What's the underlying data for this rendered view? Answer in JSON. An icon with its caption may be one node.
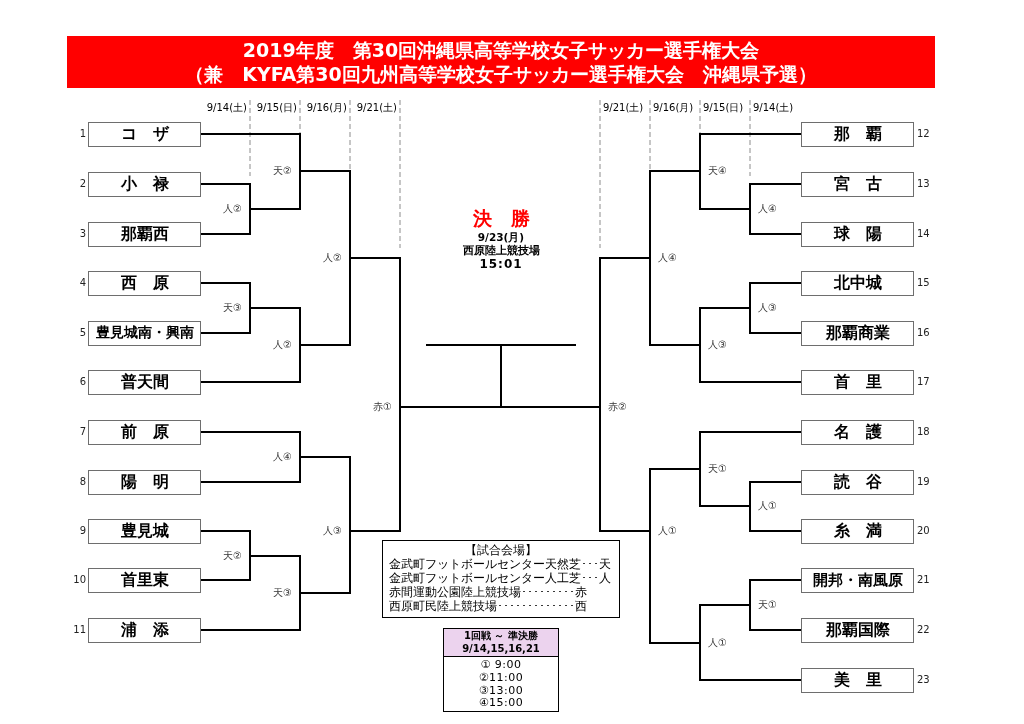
{
  "diagram": {
    "title": "2019年度　第30回沖縄県高等学校女子サッカー選手権大会",
    "nodes": [
      {
        "text": [
          "コ　ザ"
        ],
        "beside": [
          "1"
        ]
      },
      {
        "text": [
          "小　禄"
        ],
        "beside": [
          "2"
        ]
      },
      {
        "text": [
          "那覇西"
        ],
        "beside": [
          "3"
        ]
      },
      {
        "text": [
          "西　原"
        ],
        "beside": [
          "4"
        ]
      },
      {
        "text": [
          "豊見城南・興南"
        ],
        "beside": [
          "5"
        ]
      },
      {
        "text": [
          "普天間"
        ],
        "beside": [
          "6"
        ]
      },
      {
        "text": [
          "前　原"
        ],
        "beside": [
          "7"
        ]
      },
      {
        "text": [
          "陽　明"
        ],
        "beside": [
          "8"
        ]
      },
      {
        "text": [
          "豊見城"
        ],
        "beside": [
          "9"
        ]
      },
      {
        "text": [
          "首里東"
        ],
        "beside": [
          "10"
        ]
      },
      {
        "text": [
          "浦　添"
        ],
        "beside": [
          "11"
        ]
      },
      {
        "text": [
          "那　覇"
        ],
        "beside": [
          "12"
        ]
      },
      {
        "text": [
          "宮　古"
        ],
        "beside": [
          "13"
        ]
      },
      {
        "text": [
          "球　陽"
        ],
        "beside": [
          "14"
        ]
      },
      {
        "text": [
          "北中城"
        ],
        "beside": [
          "15"
        ]
      },
      {
        "text": [
          "那覇商業"
        ],
        "beside": [
          "16"
        ]
      },
      {
        "text": [
          "首　里"
        ],
        "beside": [
          "17"
        ]
      },
      {
        "text": [
          "名　護"
        ],
        "beside": [
          "18"
        ]
      },
      {
        "text": [
          "読　谷"
        ],
        "beside": [
          "19"
        ]
      },
      {
        "text": [
          "糸　満"
        ],
        "beside": [
          "20"
        ]
      },
      {
        "text": [
          "開邦・南風原"
        ],
        "beside": [
          "21"
        ]
      },
      {
        "text": [
          "那覇国際"
        ],
        "beside": [
          "22"
        ]
      },
      {
        "text": [
          "美　里"
        ],
        "beside": [
          "23"
        ]
      },
      {
        "text": [
          "人②"
        ]
      },
      {
        "text": [
          "天②"
        ]
      },
      {
        "text": [
          "天③"
        ]
      },
      {
        "text": [
          "人②"
        ]
      },
      {
        "text": [
          "人②"
        ]
      },
      {
        "text": [
          "人④"
        ]
      },
      {
        "text": [
          "天②"
        ]
      },
      {
        "text": [
          "天③"
        ]
      },
      {
        "text": [
          "人③"
        ]
      },
      {
        "text": [
          "赤①"
        ]
      },
      {
        "text": [
          "人④"
        ]
      },
      {
        "text": [
          "天④"
        ]
      },
      {
        "text": [
          "人③"
        ]
      },
      {
        "text": [
          "人③"
        ]
      },
      {
        "text": [
          "人④"
        ]
      },
      {
        "text": [
          "人①"
        ]
      },
      {
        "text": [
          "天①"
        ]
      },
      {
        "text": [
          "天①"
        ]
      },
      {
        "text": [
          "人①"
        ]
      },
      {
        "text": [
          "人①"
        ]
      },
      {
        "text": [
          "赤②"
        ]
      },
      {
        "text": [
          "決　勝",
          "9/23(月)",
          "西原陸上競技場",
          "15:01"
        ]
      },
      {
        "text": [
          "【試合会場】",
          "金武町フットボールセンター天然芝･･･天",
          "金武町フットボールセンター人工芝･･･人",
          "赤間運動公園陸上競技場･････････赤",
          "西原町民陸上競技場･････････････西"
        ]
      },
      {
        "text": [
          "① 9:00",
          "②11:00",
          "③13:00",
          "④15:00"
        ]
      },
      {
        "text": [
          "1回戦 ～ 準決勝",
          "9/14,15,16,21"
        ],
        "in": 46
      }
    ],
    "edges": [
      {
        "from": 1,
        "to": 23,
        "arrow": "none"
      },
      {
        "from": 2,
        "to": 23,
        "arrow": "none"
      },
      {
        "from": 0,
        "to": 24,
        "arrow": "none"
      },
      {
        "from": 23,
        "to": 24,
        "arrow": "none"
      },
      {
        "from": 3,
        "to": 25,
        "arrow": "none"
      },
      {
        "from": 4,
        "to": 25,
        "arrow": "none"
      },
      {
        "from": 25,
        "to": 26,
        "arrow": "none"
      },
      {
        "from": 5,
        "to": 26,
        "arrow": "none"
      },
      {
        "from": 24,
        "to": 27,
        "arrow": "none"
      },
      {
        "from": 26,
        "to": 27,
        "arrow": "none"
      },
      {
        "from": 6,
        "to": 28,
        "arrow": "none"
      },
      {
        "from": 7,
        "to": 28,
        "arrow": "none"
      },
      {
        "from": 8,
        "to": 29,
        "arrow": "none"
      },
      {
        "from": 9,
        "to": 29,
        "arrow": "none"
      },
      {
        "from": 29,
        "to": 30,
        "arrow": "none"
      },
      {
        "from": 10,
        "to": 30,
        "arrow": "none"
      },
      {
        "from": 28,
        "to": 31,
        "arrow": "none"
      },
      {
        "from": 30,
        "to": 31,
        "arrow": "none"
      },
      {
        "from": 27,
        "to": 32,
        "arrow": "none"
      },
      {
        "from": 31,
        "to": 32,
        "arrow": "none"
      },
      {
        "from": 12,
        "to": 33,
        "arrow": "none"
      },
      {
        "from": 13,
        "to": 33,
        "arrow": "none"
      },
      {
        "from": 11,
        "to": 34,
        "arrow": "none"
      },
      {
        "from": 33,
        "to": 34,
        "arrow": "none"
      },
      {
        "from": 14,
        "to": 35,
        "arrow": "none"
      },
      {
        "from": 15,
        "to": 35,
        "arrow": "none"
      },
      {
        "from": 35,
        "to": 36,
        "arrow": "none"
      },
      {
        "from": 16,
        "to": 36,
        "arrow": "none"
      },
      {
        "from": 34,
        "to": 37,
        "arrow": "none"
      },
      {
        "from": 36,
        "to": 37,
        "arrow": "none"
      },
      {
        "from": 18,
        "to": 38,
        "arrow": "none"
      },
      {
        "from": 19,
        "to": 38,
        "arrow": "none"
      },
      {
        "from": 17,
        "to": 39,
        "arrow": "none"
      },
      {
        "from": 38,
        "to": 39,
        "arrow": "none"
      },
      {
        "from": 20,
        "to": 40,
        "arrow": "none"
      },
      {
        "from": 21,
        "to": 40,
        "arrow": "none"
      },
      {
        "from": 40,
        "to": 41,
        "arrow": "none"
      },
      {
        "from": 22,
        "to": 41,
        "arrow": "none"
      },
      {
        "from": 39,
        "to": 42,
        "arrow": "none"
      },
      {
        "from": 41,
        "to": 42,
        "arrow": "none"
      },
      {
        "from": 37,
        "to": 43,
        "arrow": "none"
      },
      {
        "from": 42,
        "to": 43,
        "arrow": "none"
      },
      {
        "from": 32,
        "to": 44,
        "arrow": "none"
      },
      {
        "from": 43,
        "to": 44,
        "arrow": "none"
      }
    ],
    "labels": [
      "（兼　KYFA第30回九州高等学校女子サッカー選手権大会　沖縄県予選）",
      "9/14(土)",
      "9/15(日)",
      "9/16(月)",
      "9/21(土)",
      "9/21(土)",
      "9/16(月)",
      "9/15(日)",
      "9/14(土)"
    ]
  }
}
